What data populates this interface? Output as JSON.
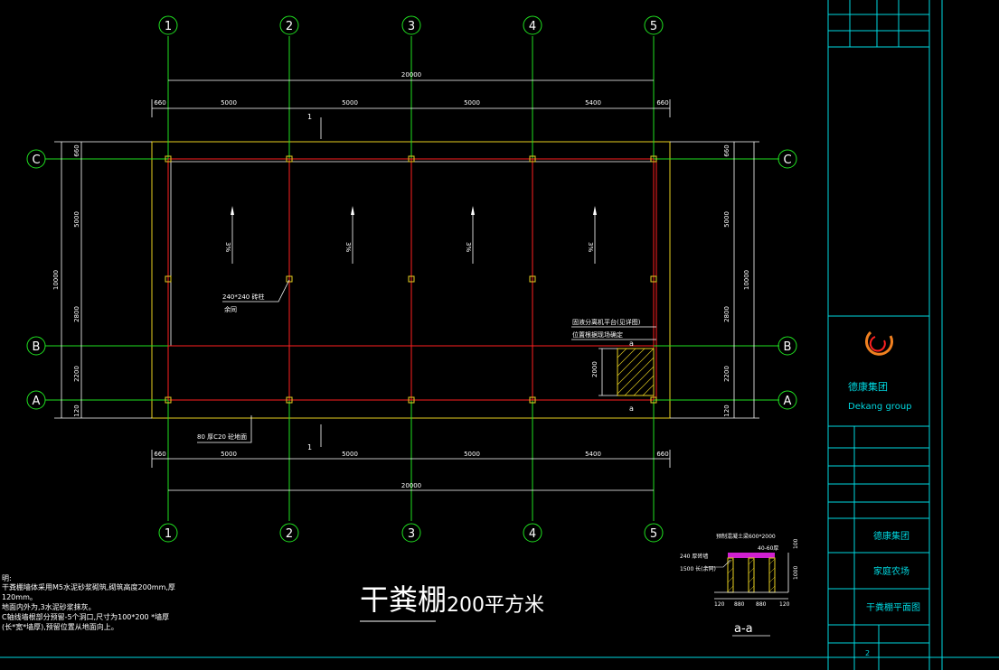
{
  "colors": {
    "background": "#000000",
    "axis_green": "#20e020",
    "wall_red": "#ff2020",
    "column_yellow": "#e8d020",
    "text_white": "#ffffff",
    "frame_cyan": "#00d8e0",
    "logo_orange": "#f08020"
  },
  "grid": {
    "numbers": [
      "1",
      "2",
      "3",
      "4",
      "5"
    ],
    "letters": [
      "C",
      "B",
      "A"
    ]
  },
  "dims": {
    "overall": "20000",
    "top_bays": [
      "660",
      "5000",
      "5000",
      "5000",
      "5400",
      "660"
    ],
    "bottom_bays": [
      "660",
      "5000",
      "5000",
      "5000",
      "5400",
      "660"
    ],
    "left_total": "10000",
    "left_segments": [
      "660",
      "5000",
      "2800",
      "2200",
      "120"
    ],
    "right_total": "10000",
    "right_segments": [
      "660",
      "5000",
      "2800",
      "2200",
      "120"
    ],
    "bin_height": "2000"
  },
  "plan": {
    "slopes": [
      "3%",
      "3%",
      "3%",
      "3%"
    ],
    "section_mark_top": "1",
    "section_mark_bottom": "1",
    "wall_note_1": "240*240  砖柱",
    "wall_note_2": "余同",
    "floor_note": "80  厚C20  砼地面",
    "bin_note_1": "固液分离机平台(见详图)",
    "bin_note_2": "位置根据现场确定",
    "section_a": "a",
    "section_a2": "a"
  },
  "notes": {
    "heading": "明:",
    "lines": [
      "干粪棚墙体采用M5水泥砂浆砌筑,砌筑高度200mm,厚",
      "120mm。",
      "地面内外为,3水泥砂浆抹灰。",
      "C轴线墙根部分预留-5个洞口,尺寸为100*200 *墙厚",
      "(长*宽*墙厚),预留位置从地面向上。"
    ]
  },
  "title": {
    "main": "干粪棚",
    "sub": "200平方米"
  },
  "section": {
    "beam_label": "预制混凝土梁600*2000",
    "top_label": "40-60厚",
    "wall_1": "240  厚砖墙",
    "wall_2": "1500  长(余同)",
    "height_label": "1000",
    "top_dim": "100",
    "widths": [
      "120",
      "880",
      "880",
      "120"
    ],
    "caption": "a-a"
  },
  "titleblock": {
    "company_cn": "德康集团",
    "company_en": "Dekang group",
    "owner": "德康集团",
    "project": "家庭农场",
    "drawing": "干粪棚平面图",
    "sheet_no": "2"
  }
}
